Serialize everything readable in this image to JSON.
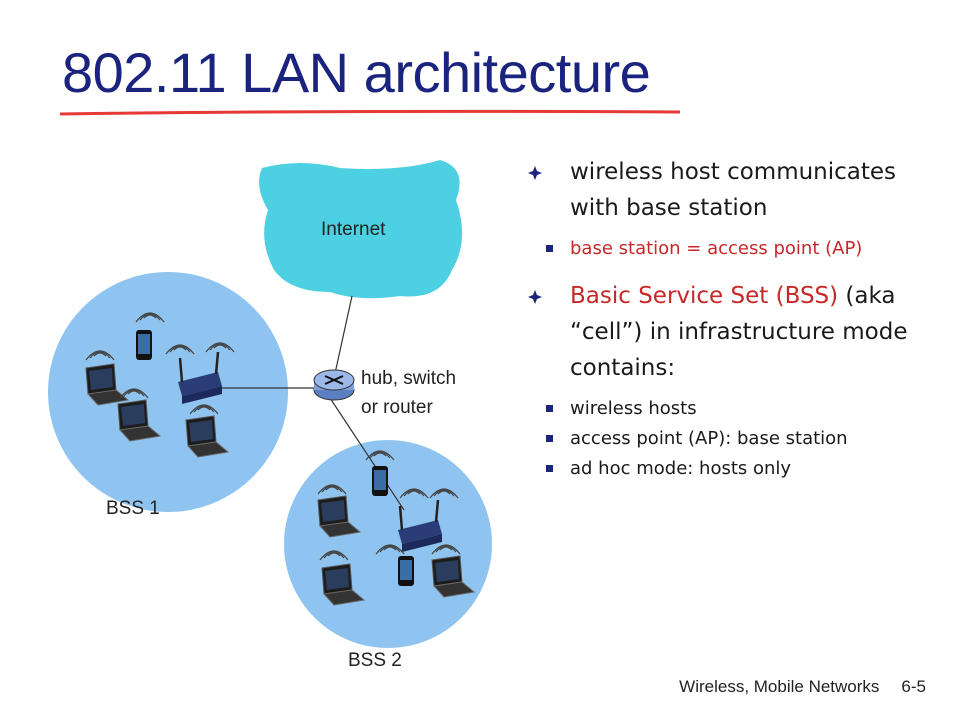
{
  "title": "802.11 LAN architecture",
  "diagram": {
    "internet_label": "Internet",
    "router_label_line1": "hub, switch",
    "router_label_line2": "or router",
    "bss1_label": "BSS 1",
    "bss2_label": "BSS 2"
  },
  "bullets": {
    "b1_text": "wireless host communicates with base station",
    "b1_sub1": "base station = access point (AP)",
    "b2_highlight": "Basic Service Set (BSS)",
    "b2_rest": " (aka “cell”) in infrastructure mode contains:",
    "b2_sub1": "wireless hosts",
    "b2_sub2": "access point (AP): base station",
    "b2_sub3": "ad hoc mode: hosts only"
  },
  "footer": {
    "section": "Wireless, Mobile Networks",
    "page": "6-5"
  },
  "colors": {
    "title": "#1a237e",
    "underline": "#e53935",
    "highlight": "#c62828",
    "cloud": "#4dd0e1",
    "bss_circle": "#90c4f0"
  }
}
